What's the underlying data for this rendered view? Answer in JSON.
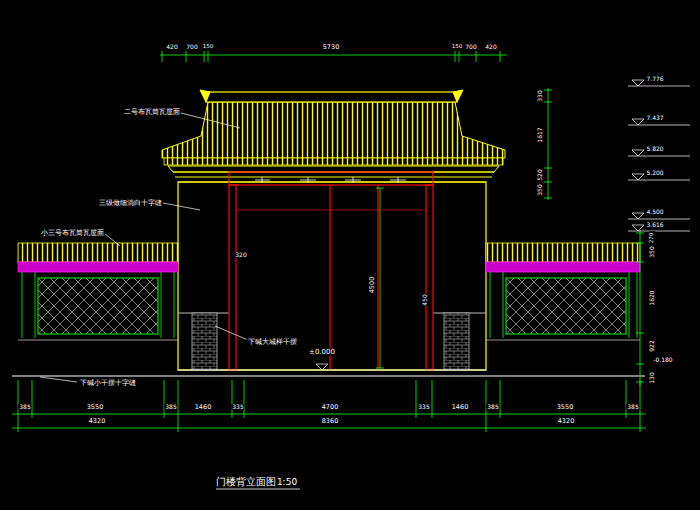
{
  "diagram": {
    "title": "门楼背立面图",
    "labels": [
      "420",
      "700",
      "150",
      "5730",
      "150",
      "700",
      "420",
      "330",
      "1617",
      "520",
      "350",
      "7.776",
      "7.437",
      "5.820",
      "5.200",
      "4.500",
      "3.616",
      "270",
      "350",
      "1620",
      "922",
      "130",
      "-0.180",
      "二号布瓦筒瓦屋面",
      "三级做细淌白十字缝",
      "小三号布瓦筒瓦屋面",
      "320",
      "4500",
      "±0.000",
      "下碱大城样干摆",
      "450",
      "下碱小干摆十字缝",
      "385",
      "3550",
      "385",
      "1460",
      "335",
      "4700",
      "335",
      "1460",
      "385",
      "3550",
      "385",
      "4320",
      "8360",
      "4320",
      "1:50"
    ]
  }
}
